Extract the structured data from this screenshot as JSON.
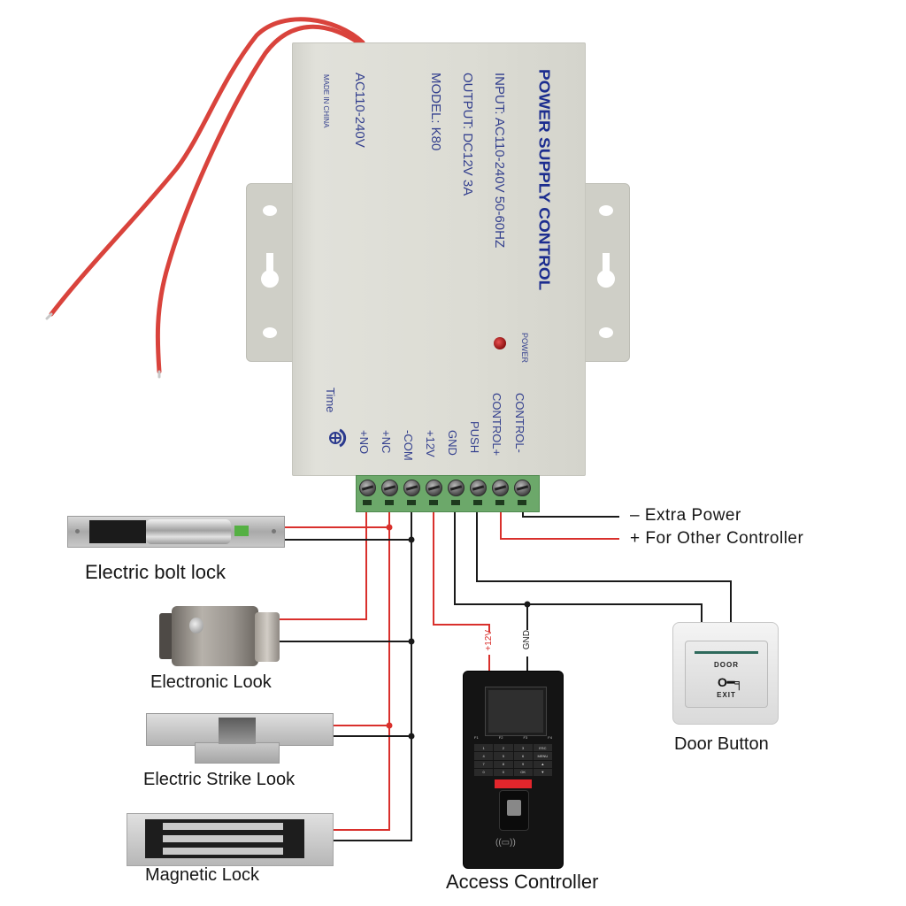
{
  "power_supply": {
    "title": "POWER SUPPLY CONTROL",
    "input": "INPUT: AC110-240V  50-60HZ",
    "output": "OUTPUT: DC12V  3A",
    "model": "MODEL: K80",
    "voltage": "AC110-240V",
    "origin": "MADE IN CHINA",
    "led_label": "POWER",
    "time_label": "Time",
    "terminals": [
      "+NO",
      "+NC",
      "-COM",
      "+12V",
      "GND",
      "PUSH",
      "CONTROL+",
      "CONTROL-"
    ]
  },
  "wire_colors": {
    "positive": "#d9302c",
    "negative": "#1a1a1a"
  },
  "extra_power": {
    "minus_line": "–  Extra Power",
    "plus_line": "+  For Other Controller"
  },
  "devices": {
    "bolt_lock": "Electric bolt lock",
    "electronic_lock": "Electronic Look",
    "strike_lock": "Electric Strike Look",
    "magnetic_lock": "Magnetic Lock",
    "access_controller": "Access Controller",
    "door_button": "Door Button"
  },
  "wire_tags": {
    "plus12v": "+12V",
    "gnd": "GND"
  },
  "door_button_face": {
    "top": "DOOR",
    "bottom": "EXIT",
    "icon": "key-icon"
  },
  "controller_keys": {
    "fkeys": [
      "F1",
      "F2",
      "F3",
      "F4"
    ],
    "keys": [
      "1",
      "2",
      "3",
      "ESC",
      "4",
      "5",
      "6",
      "MENU",
      "7",
      "8",
      "9",
      "▲",
      "0",
      "0",
      "OK",
      "▼"
    ],
    "rfid_symbol": "((▭))"
  }
}
